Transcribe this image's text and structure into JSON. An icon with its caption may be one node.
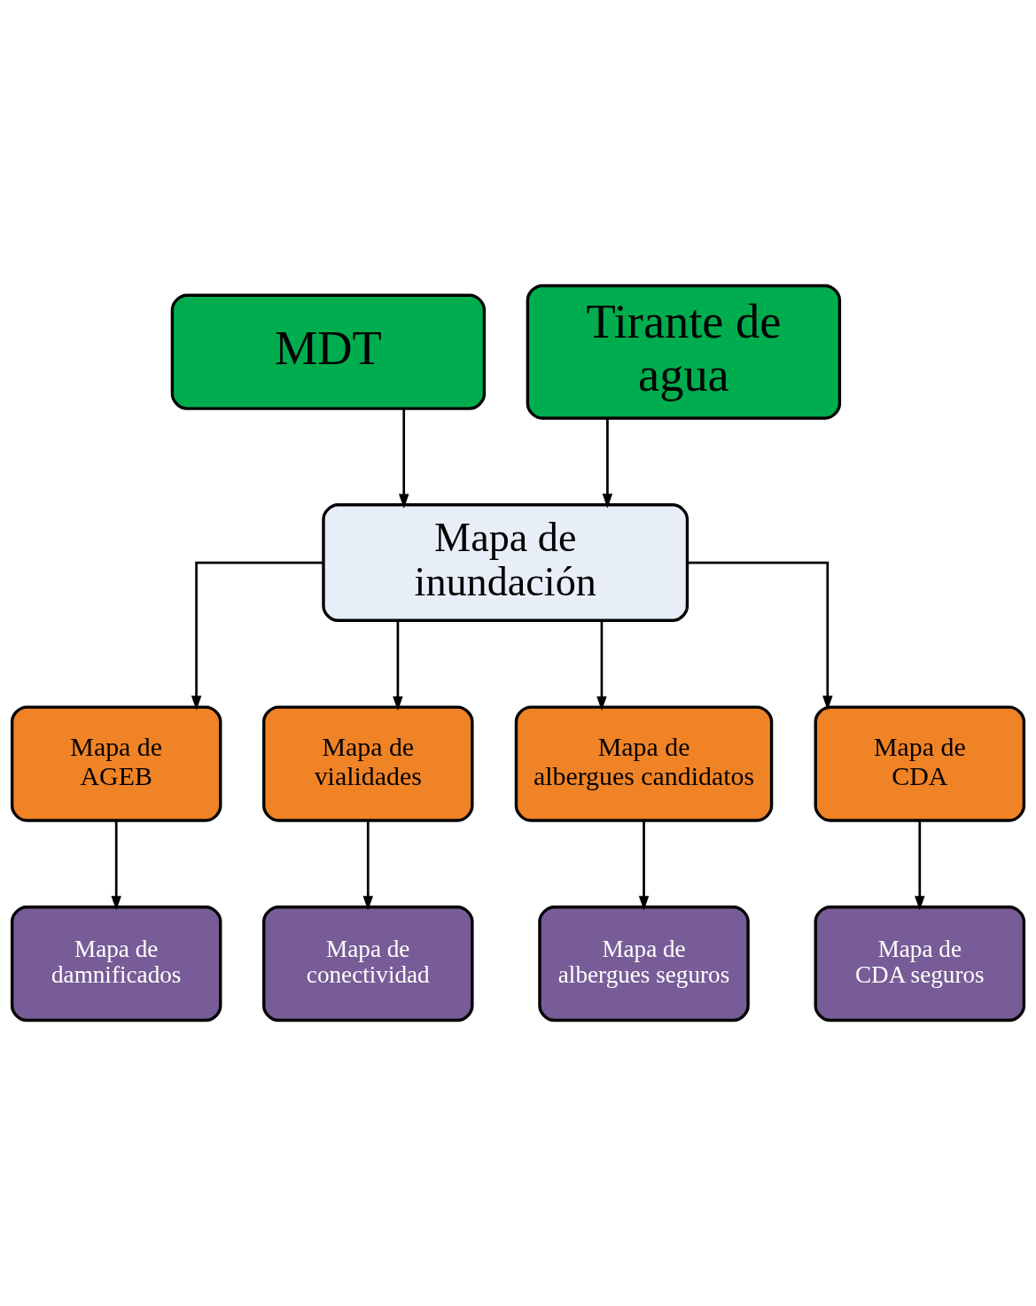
{
  "diagram": {
    "nodes": [
      {
        "text": [
          "MDT"
        ]
      },
      {
        "text": [
          "Tirante de agua"
        ]
      },
      {
        "text": [
          "Mapa de inundación"
        ]
      },
      {
        "text": [
          "Mapa de AGEB"
        ]
      },
      {
        "text": [
          "Mapa de vialidades"
        ]
      },
      {
        "text": [
          "Mapa de albergues candidatos"
        ]
      },
      {
        "text": [
          "Mapa de CDA"
        ]
      },
      {
        "text": [
          "Mapa de damnificados"
        ]
      },
      {
        "text": [
          "Mapa de conectividad"
        ]
      },
      {
        "text": [
          "Mapa de albergues seguros"
        ]
      },
      {
        "text": [
          "Mapa de CDA seguros"
        ]
      }
    ],
    "edges": [
      {
        "from": 0,
        "to": 2,
        "arrow": "to"
      },
      {
        "from": 1,
        "to": 2,
        "arrow": "to"
      },
      {
        "from": 2,
        "to": 3,
        "arrow": "to"
      },
      {
        "from": 2,
        "to": 4,
        "arrow": "to"
      },
      {
        "from": 2,
        "to": 5,
        "arrow": "to"
      },
      {
        "from": 2,
        "to": 6,
        "arrow": "to"
      },
      {
        "from": 3,
        "to": 7,
        "arrow": "to"
      },
      {
        "from": 4,
        "to": 8,
        "arrow": "to"
      },
      {
        "from": 5,
        "to": 9,
        "arrow": "to"
      },
      {
        "from": 6,
        "to": 10,
        "arrow": "to"
      }
    ]
  }
}
